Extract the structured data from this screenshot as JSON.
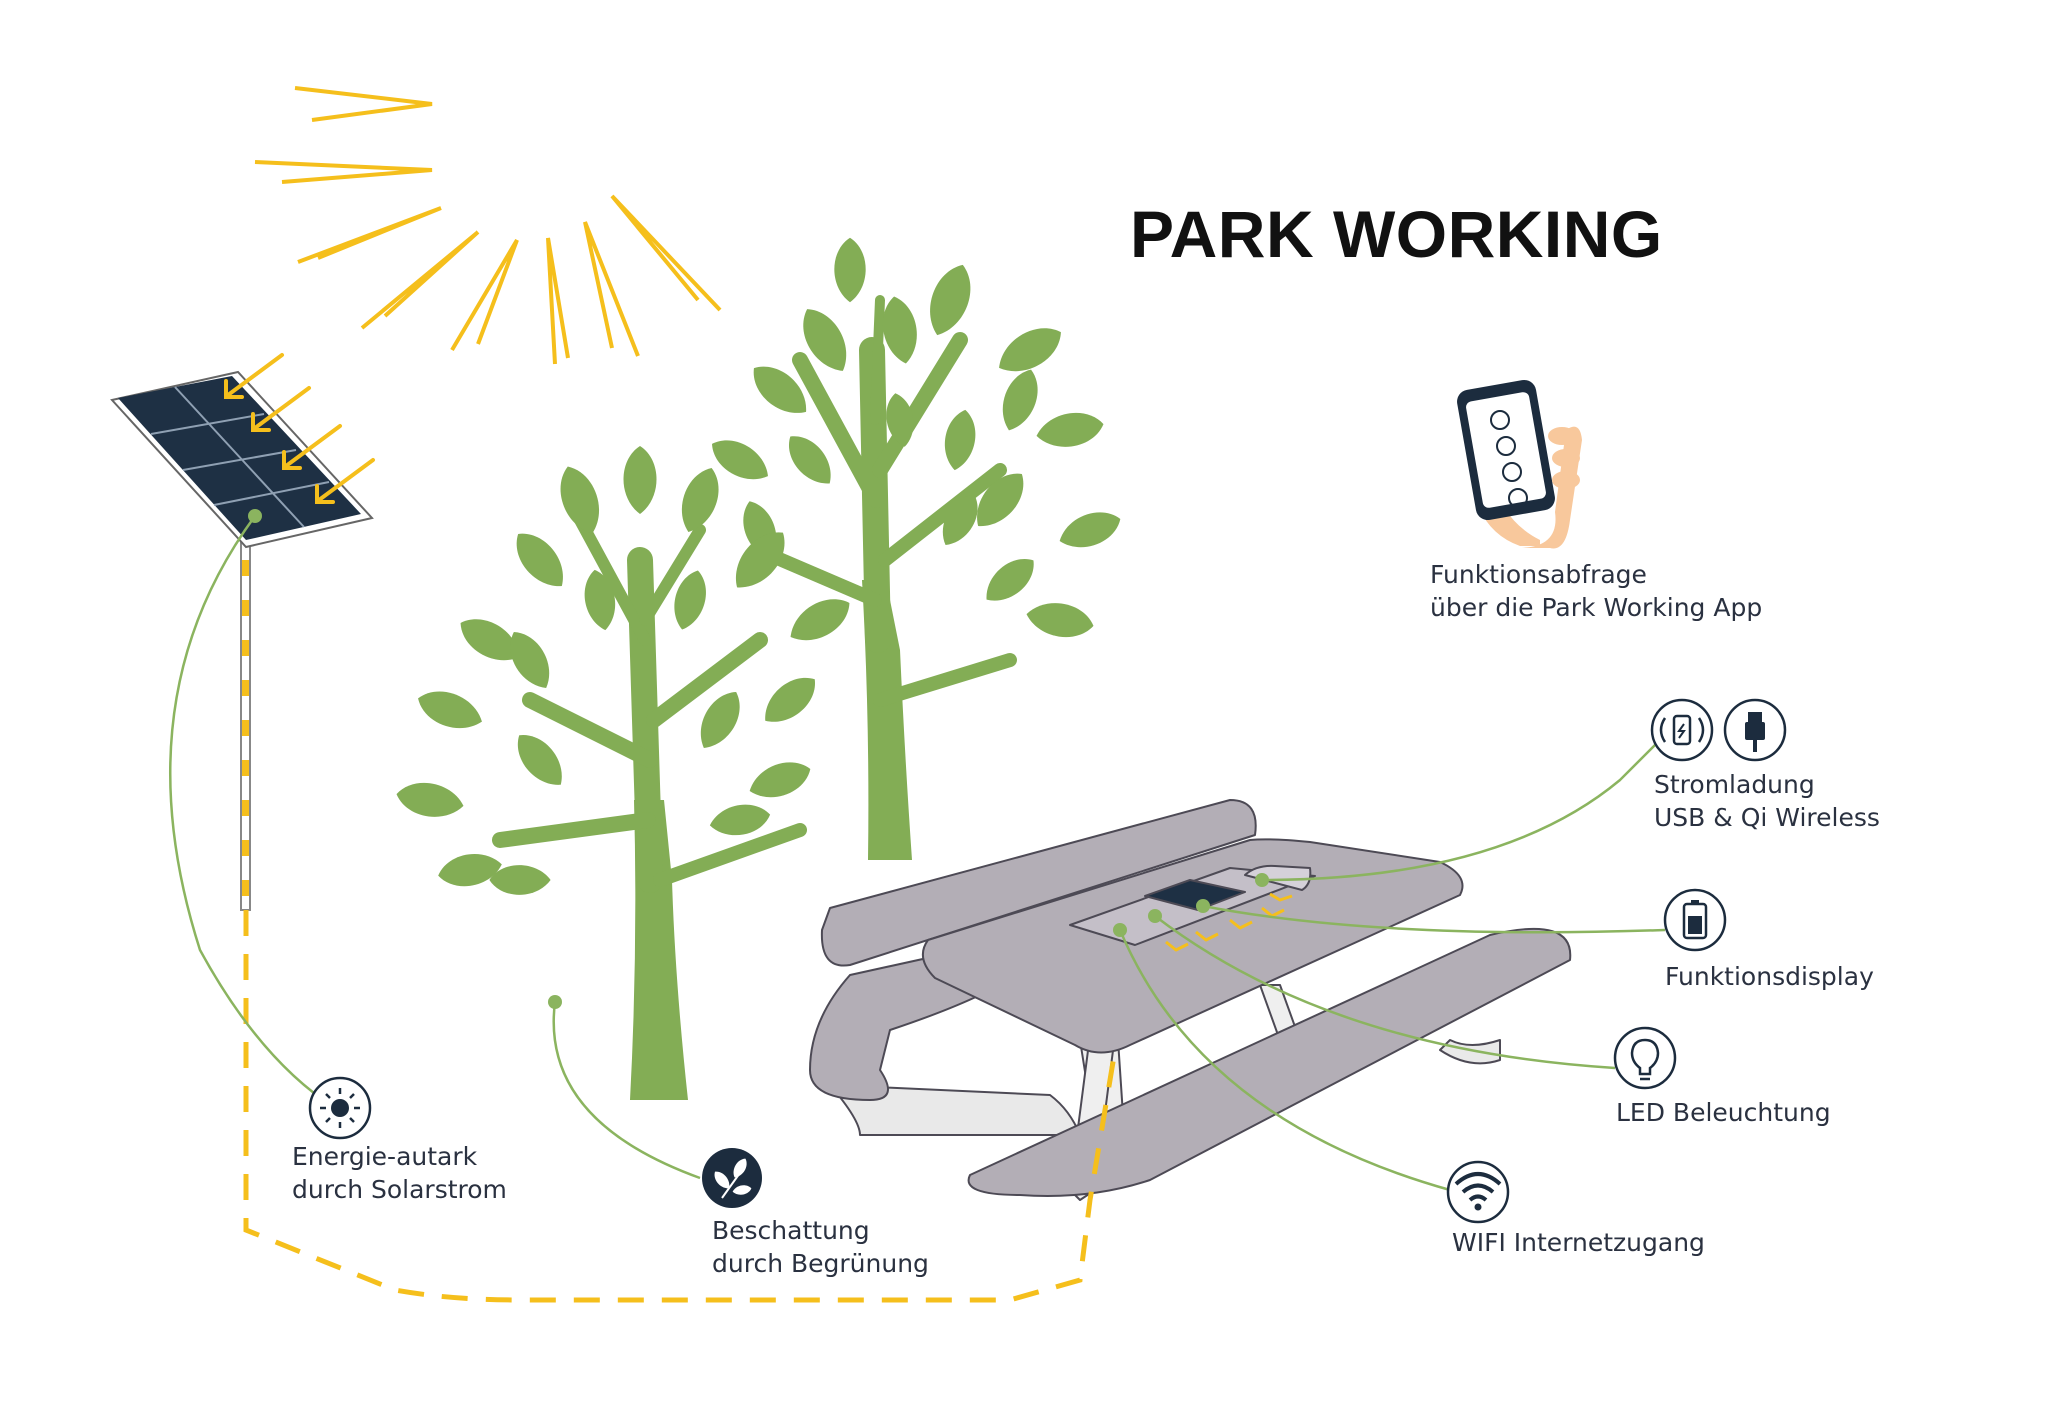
{
  "title": "PARK WORKING",
  "features": {
    "app": {
      "line1": "Funktionsabfrage",
      "line2": "über die Park Working App",
      "icon": "smartphone-hand-icon"
    },
    "charging": {
      "line1": "Stromladung",
      "line2": "USB & Qi Wireless",
      "icons": [
        "wireless-charging-icon",
        "usb-icon"
      ]
    },
    "display": {
      "line1": "Funktionsdisplay",
      "icon": "battery-icon"
    },
    "led": {
      "line1": "LED Beleuchtung",
      "icon": "light-bulb-icon"
    },
    "wifi": {
      "line1": "WIFI Internetzugang",
      "icon": "wifi-icon"
    },
    "energy": {
      "line1": "Energie-autark",
      "line2": "durch Solarstrom",
      "icon": "sun-icon"
    },
    "shade": {
      "line1": "Beschattung",
      "line2": "durch Begrünung",
      "icon": "leaves-icon"
    }
  },
  "colors": {
    "sun": "#f5bf1c",
    "leaf": "#83ad55",
    "line": "#8bb45f",
    "table": "#b3aeb6",
    "icon": "#1c2c3e",
    "panel": "#1e3044",
    "cable": "#f5bf1c"
  }
}
